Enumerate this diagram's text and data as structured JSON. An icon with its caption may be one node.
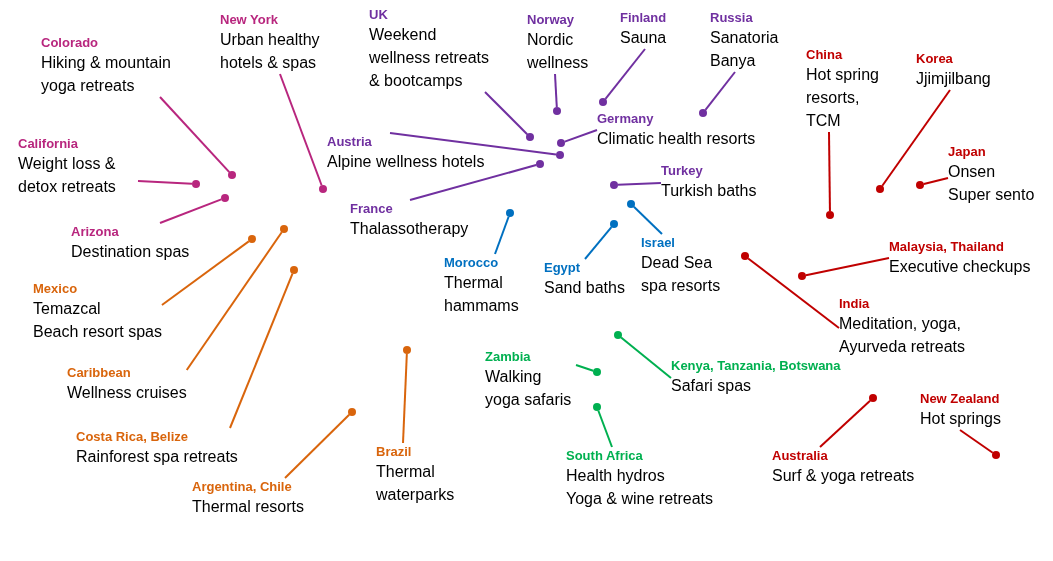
{
  "diagram": {
    "nodes": [
      {
        "text": [
          "Colorado",
          "Hiking & mountain yoga retreats"
        ]
      },
      {
        "text": [
          "New York",
          "Urban healthy hotels & spas"
        ]
      },
      {
        "text": [
          "California",
          "Weight loss & detox retreats"
        ]
      },
      {
        "text": [
          "Arizona",
          "Destination spas"
        ]
      },
      {
        "text": [
          "UK",
          "Weekend wellness retreats & bootcamps"
        ]
      },
      {
        "text": [
          "Norway",
          "Nordic wellness"
        ]
      },
      {
        "text": [
          "Finland",
          "Sauna"
        ]
      },
      {
        "text": [
          "Russia",
          "Sanatoria",
          "Banya"
        ]
      },
      {
        "text": [
          "Germany",
          "Climatic health resorts"
        ]
      },
      {
        "text": [
          "Austria",
          "Alpine wellness hotels"
        ]
      },
      {
        "text": [
          "France",
          "Thalassotherapy"
        ]
      },
      {
        "text": [
          "Turkey",
          "Turkish baths"
        ]
      },
      {
        "text": [
          "Morocco",
          "Thermal hammams"
        ]
      },
      {
        "text": [
          "Egypt",
          "Sand baths"
        ]
      },
      {
        "text": [
          "Israel",
          "Dead Sea spa resorts"
        ]
      },
      {
        "text": [
          "Zambia",
          "Walking yoga safaris"
        ]
      },
      {
        "text": [
          "Kenya, Tanzania, Botswana",
          "Safari spas"
        ]
      },
      {
        "text": [
          "South Africa",
          "Health hydros",
          "Yoga & wine retreats"
        ]
      },
      {
        "text": [
          "Mexico",
          "Temazcal",
          "Beach resort spas"
        ]
      },
      {
        "text": [
          "Caribbean",
          "Wellness cruises"
        ]
      },
      {
        "text": [
          "Costa Rica, Belize",
          "Rainforest spa retreats"
        ]
      },
      {
        "text": [
          "Argentina, Chile",
          "Thermal resorts"
        ]
      },
      {
        "text": [
          "Brazil",
          "Thermal waterparks"
        ]
      },
      {
        "text": [
          "China",
          "Hot spring resorts, TCM"
        ]
      },
      {
        "text": [
          "Korea",
          "Jjimjilbang"
        ]
      },
      {
        "text": [
          "Japan",
          "Onsen",
          "Super sento"
        ]
      },
      {
        "text": [
          "Malaysia, Thailand",
          "Executive checkups"
        ]
      },
      {
        "text": [
          "India",
          "Meditation, yoga, Ayurveda retreats"
        ]
      },
      {
        "text": [
          "New Zealand",
          "Hot springs"
        ]
      },
      {
        "text": [
          "Australia",
          "Surf & yoga retreats"
        ]
      },
      {
        "text": [],
        "shape": "circle"
      },
      {
        "text": [],
        "shape": "circle"
      },
      {
        "text": [],
        "shape": "circle"
      },
      {
        "text": [],
        "shape": "circle"
      },
      {
        "text": [],
        "shape": "circle"
      },
      {
        "text": [],
        "shape": "circle"
      },
      {
        "text": [],
        "shape": "circle"
      },
      {
        "text": [],
        "shape": "circle"
      },
      {
        "text": [],
        "shape": "circle"
      },
      {
        "text": [],
        "shape": "circle"
      },
      {
        "text": [],
        "shape": "circle"
      },
      {
        "text": [],
        "shape": "circle"
      },
      {
        "text": [],
        "shape": "circle"
      },
      {
        "text": [],
        "shape": "circle"
      },
      {
        "text": [],
        "shape": "circle"
      },
      {
        "text": [],
        "shape": "circle"
      },
      {
        "text": [],
        "shape": "circle"
      },
      {
        "text": [],
        "shape": "circle"
      },
      {
        "text": [],
        "shape": "circle"
      },
      {
        "text": [],
        "shape": "circle"
      },
      {
        "text": [],
        "shape": "circle"
      },
      {
        "text": [],
        "shape": "circle"
      },
      {
        "text": [],
        "shape": "circle"
      },
      {
        "text": [],
        "shape": "circle"
      },
      {
        "text": [],
        "shape": "circle"
      },
      {
        "text": [],
        "shape": "circle"
      },
      {
        "text": [],
        "shape": "circle"
      },
      {
        "text": [],
        "shape": "circle"
      },
      {
        "text": [],
        "shape": "circle"
      },
      {
        "text": [],
        "shape": "circle"
      }
    ],
    "edges": [
      {
        "from": 0,
        "to": 30,
        "arrow": "none",
        "color": "#b8267e"
      },
      {
        "from": 1,
        "to": 31,
        "arrow": "none",
        "color": "#b8267e"
      },
      {
        "from": 2,
        "to": 32,
        "arrow": "none",
        "color": "#b8267e"
      },
      {
        "from": 3,
        "to": 33,
        "arrow": "none",
        "color": "#b8267e"
      },
      {
        "from": 4,
        "to": 34,
        "arrow": "none"
      },
      {
        "from": 5,
        "to": 35,
        "arrow": "none"
      },
      {
        "from": 6,
        "to": 36,
        "arrow": "none"
      },
      {
        "from": 7,
        "to": 37,
        "arrow": "none"
      },
      {
        "from": 8,
        "to": 38,
        "arrow": "none"
      },
      {
        "from": 9,
        "to": 39,
        "arrow": "none"
      },
      {
        "from": 10,
        "to": 40,
        "arrow": "none"
      },
      {
        "from": 11,
        "to": 41,
        "arrow": "none"
      },
      {
        "from": 12,
        "to": 42,
        "arrow": "none",
        "color": "#0070c0"
      },
      {
        "from": 13,
        "to": 43,
        "arrow": "none",
        "color": "#0070c0"
      },
      {
        "from": 14,
        "to": 44,
        "arrow": "none",
        "color": "#0070c0"
      },
      {
        "from": 15,
        "to": 45,
        "arrow": "none",
        "color": "#00b050"
      },
      {
        "from": 16,
        "to": 46,
        "arrow": "none",
        "color": "#00b050"
      },
      {
        "from": 17,
        "to": 47,
        "arrow": "none",
        "color": "#00b050"
      },
      {
        "from": 18,
        "to": 48,
        "arrow": "none",
        "color": "#d9650c"
      },
      {
        "from": 19,
        "to": 49,
        "arrow": "none",
        "color": "#d9650c"
      },
      {
        "from": 20,
        "to": 50,
        "arrow": "none",
        "color": "#d9650c"
      },
      {
        "from": 21,
        "to": 51,
        "arrow": "none",
        "color": "#d9650c"
      },
      {
        "from": 22,
        "to": 52,
        "arrow": "none",
        "color": "#d9650c"
      },
      {
        "from": 23,
        "to": 53,
        "arrow": "none",
        "color": "#c00000"
      },
      {
        "from": 24,
        "to": 54,
        "arrow": "none",
        "color": "#c00000"
      },
      {
        "from": 25,
        "to": 55,
        "arrow": "none",
        "color": "#c00000"
      },
      {
        "from": 26,
        "to": 56,
        "arrow": "none",
        "color": "#c00000"
      },
      {
        "from": 27,
        "to": 57,
        "arrow": "none",
        "color": "#c00000"
      },
      {
        "from": 28,
        "to": 58,
        "arrow": "none",
        "color": "#c00000"
      },
      {
        "from": 29,
        "to": 59,
        "arrow": "none",
        "color": "#c00000"
      }
    ]
  }
}
